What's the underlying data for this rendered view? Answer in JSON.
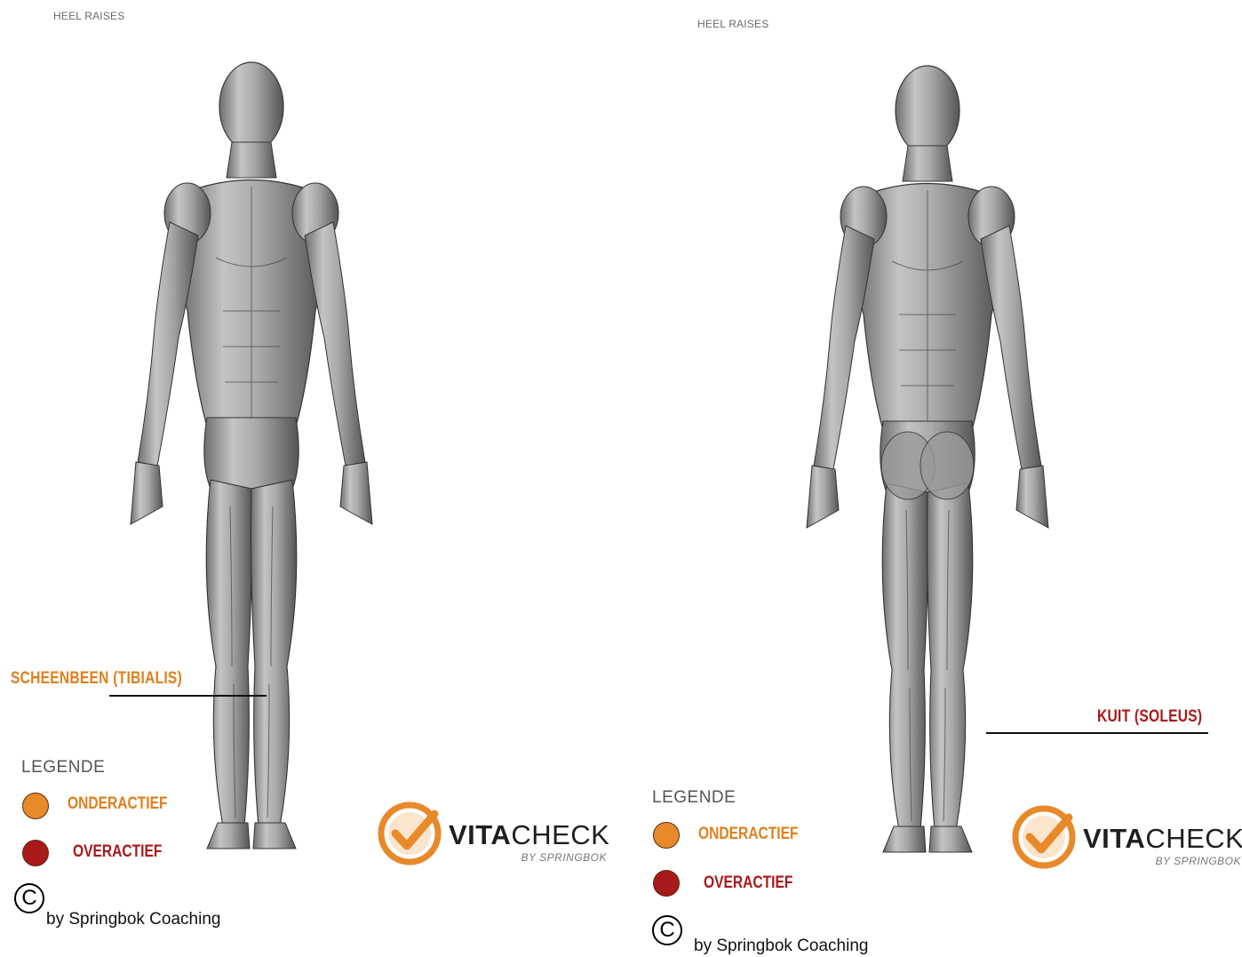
{
  "colors": {
    "underactive": "#e8892a",
    "overactive": "#a8191a",
    "underactive_text": "#e07f1c",
    "overactive_text": "#a8191a",
    "logo_orange": "#e8892a"
  },
  "panels": [
    {
      "id": "front",
      "title": "HEEL RAISES",
      "figure_icon": "anatomy-front-icon",
      "muscle_label": "SCHEENBEEN (TIBIALIS)",
      "muscle_status": "underactive",
      "legend": {
        "title": "LEGENDE",
        "items": [
          {
            "label": "ONDERACTIEF",
            "status": "underactive"
          },
          {
            "label": "OVERACTIEF",
            "status": "overactive"
          }
        ]
      },
      "logo": {
        "bold": "VITA",
        "light": "CHECK",
        "sub": "BY SPRINGBOK",
        "icon": "checkmark-circle-icon"
      },
      "copyright": {
        "symbol": "C",
        "text": "by Springbok Coaching"
      }
    },
    {
      "id": "back",
      "title": "HEEL RAISES",
      "figure_icon": "anatomy-back-icon",
      "muscle_label": "KUIT (SOLEUS)",
      "muscle_status": "overactive",
      "legend": {
        "title": "LEGENDE",
        "items": [
          {
            "label": "ONDERACTIEF",
            "status": "underactive"
          },
          {
            "label": "OVERACTIEF",
            "status": "overactive"
          }
        ]
      },
      "logo": {
        "bold": "VITA",
        "light": "CHECK",
        "sub": "BY SPRINGBOK",
        "icon": "checkmark-circle-icon"
      },
      "copyright": {
        "symbol": "C",
        "text": "by Springbok Coaching"
      }
    }
  ]
}
